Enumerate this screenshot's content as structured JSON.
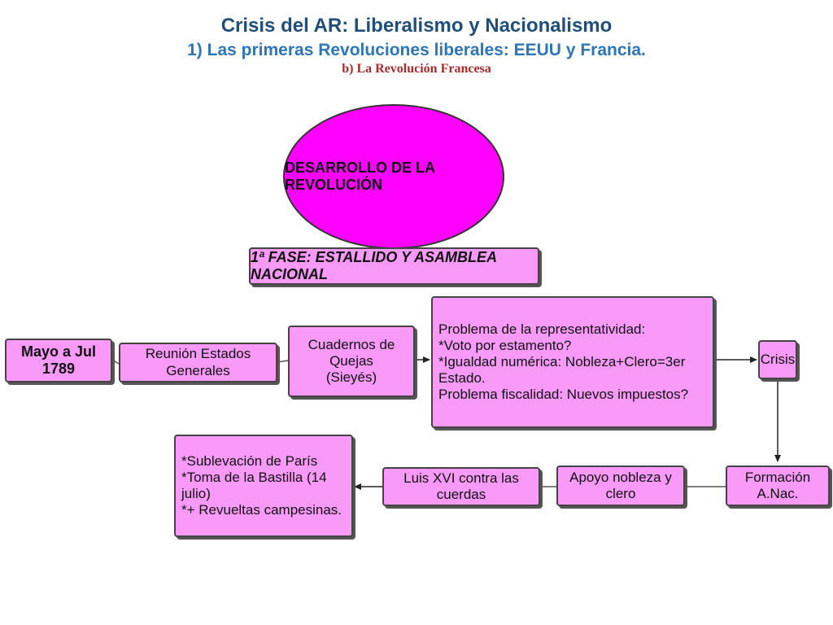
{
  "header": {
    "title": "Crisis del AR: Liberalismo y Nacionalismo",
    "subtitle": "1) Las primeras Revoluciones liberales: EEUU y Francia.",
    "section": "b) La Revolución Francesa"
  },
  "diagram": {
    "main_topic": "DESARROLLO DE LA REVOLUCIÓN",
    "phase": "1ª FASE: ESTALLIDO Y ASAMBLEA NACIONAL",
    "date": "Mayo a Jul 1789",
    "estados_generales": "Reunión Estados Generales",
    "cuadernos": [
      "Cuadernos de Quejas",
      "(Sieyés)"
    ],
    "problema": [
      "Problema de la representatividad:",
      "*Voto por estamento?",
      "*Igualdad numérica: Nobleza+Clero=3er Estado.",
      "Problema fiscalidad: Nuevos impuestos?"
    ],
    "crisis": "Crisis",
    "formacion": "Formación A.Nac.",
    "apoyo": "Apoyo nobleza y clero",
    "luis": "Luis XVI contra las cuerdas",
    "sublevacion": [
      "*Sublevación de París",
      "*Toma de la Bastilla (14 julio)",
      "*+ Revueltas campesinas."
    ]
  },
  "colors": {
    "node_fill": "#f99af9",
    "ellipse_fill": "#ff00ff",
    "title_dark_blue": "#1f4e79",
    "title_blue": "#2e75b6",
    "section_red": "#a52a2a"
  }
}
